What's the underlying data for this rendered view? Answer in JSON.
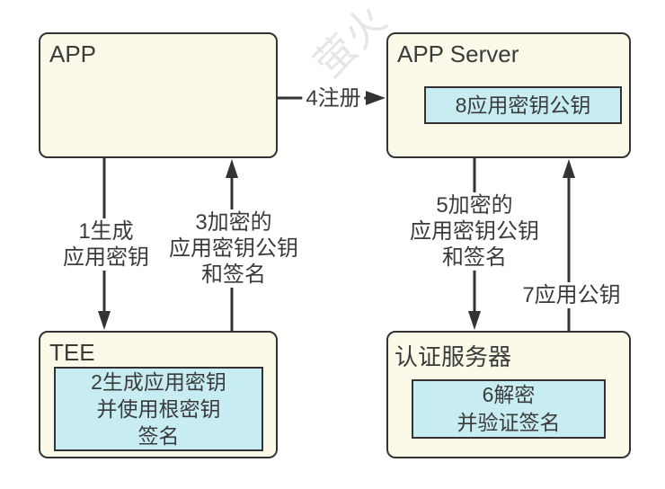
{
  "watermark": {
    "text": "萤火"
  },
  "nodes": {
    "app": {
      "title": "APP"
    },
    "app_server": {
      "title": "APP Server",
      "chip": {
        "lines": [
          "8应用密钥公钥"
        ]
      }
    },
    "tee": {
      "title": "TEE",
      "chip": {
        "lines": [
          "2生成应用密钥",
          "并使用根密钥",
          "签名"
        ]
      }
    },
    "auth_server": {
      "title": "认证服务器",
      "chip": {
        "lines": [
          "6解密",
          "并验证签名"
        ]
      }
    }
  },
  "edges": {
    "e1": {
      "from": "app",
      "to": "tee",
      "direction": "down",
      "label_lines": [
        "1生成",
        "应用密钥"
      ]
    },
    "e3": {
      "from": "tee",
      "to": "app",
      "direction": "up",
      "label_lines": [
        "3加密的",
        "应用密钥公钥",
        "和签名"
      ]
    },
    "e4": {
      "from": "app",
      "to": "app_server",
      "direction": "right",
      "label_lines": [
        "4注册"
      ]
    },
    "e5": {
      "from": "app_server",
      "to": "auth_server",
      "direction": "down",
      "label_lines": [
        "5加密的",
        "应用密钥公钥",
        "和签名"
      ]
    },
    "e7": {
      "from": "auth_server",
      "to": "app_server",
      "direction": "up",
      "label_lines": [
        "7应用公钥"
      ]
    }
  },
  "colors": {
    "node_fill": "#fbfae8",
    "chip_fill": "#c7edf3",
    "stroke": "#333333",
    "text": "#3b3b3b",
    "watermark": "#c9c9ce",
    "background": "#ffffff"
  }
}
